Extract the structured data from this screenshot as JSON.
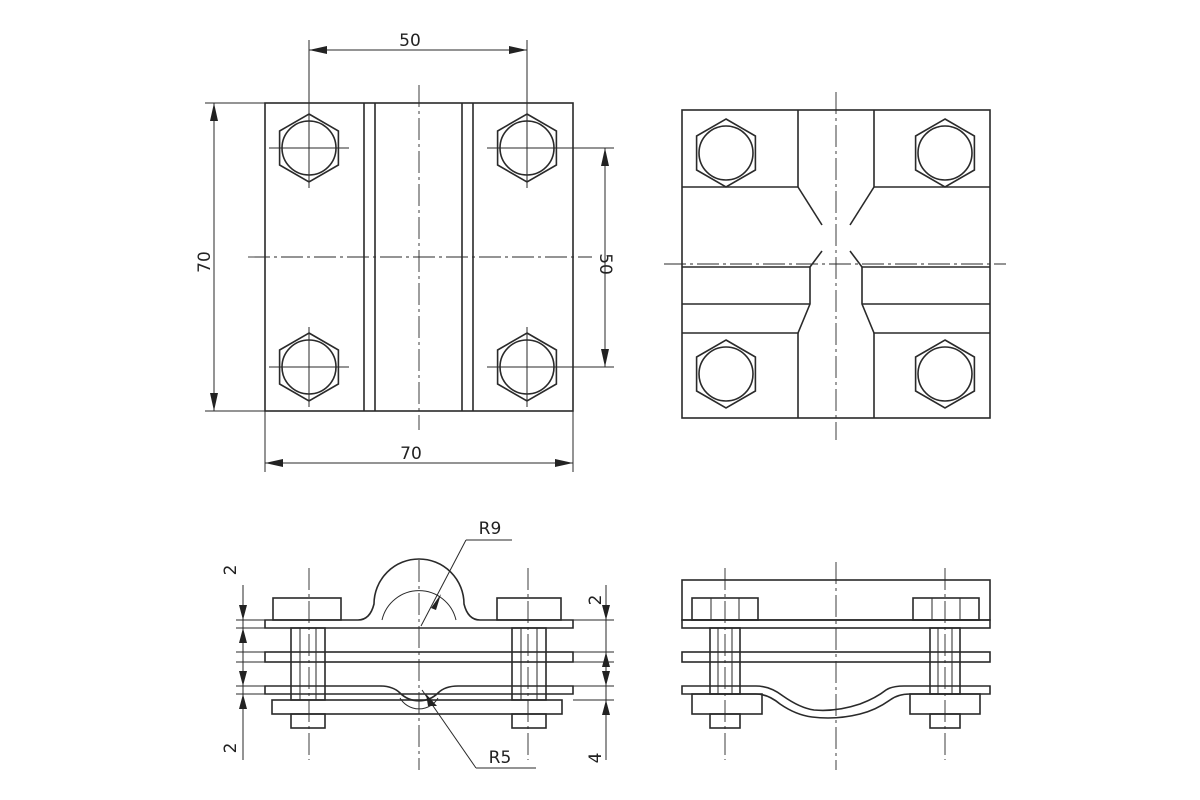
{
  "dimensions": {
    "top_width": "50",
    "left_height": "70",
    "right_spacing": "50",
    "bottom_width": "70",
    "radius_top": "R9",
    "radius_bottom": "R5",
    "side_top_left": "2",
    "side_bottom_left": "2",
    "side_top_right": "2",
    "side_bottom_right": "4"
  },
  "colors": {
    "line": "#2a2a2a",
    "background": "#ffffff"
  }
}
